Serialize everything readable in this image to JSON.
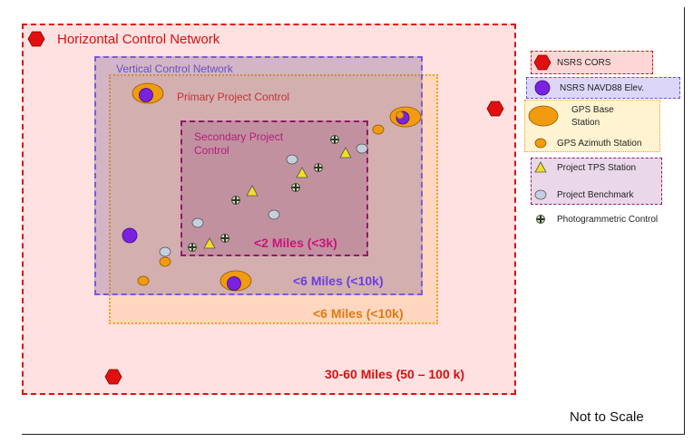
{
  "labels": {
    "horizontal_control_network": "Horizontal Control Network",
    "vertical_control_network": "Vertical Control Network",
    "primary_project_control": "Primary Project Control",
    "secondary_project_control": "Secondary Project Control",
    "dist_secondary": "<2 Miles (<3k)",
    "dist_vertical": "<6 Miles (<10k)",
    "dist_primary": "<6 Miles (<10k)",
    "dist_horizontal": "30-60 Miles (50 – 100 k)",
    "not_to_scale": "Not to Scale"
  },
  "legend": {
    "nsrs_cors": "NSRS CORS",
    "nsrs_navd88": "NSRS NAVD88 Elev.",
    "gps_base_station_line1": "GPS Base",
    "gps_base_station_line2": "Station",
    "gps_azimuth_station": "GPS Azimuth Station",
    "project_tps_station": "Project TPS Station",
    "project_benchmark": "Project Benchmark",
    "photogrammetric_control": "Photogrammetric Control"
  },
  "colors": {
    "cors": "#e01010",
    "navd88": "#7a22e0",
    "gps": "#f29a10",
    "tps": "#f2e020",
    "benchmark": "#c6cfdf",
    "photo": "#cce6a8"
  }
}
